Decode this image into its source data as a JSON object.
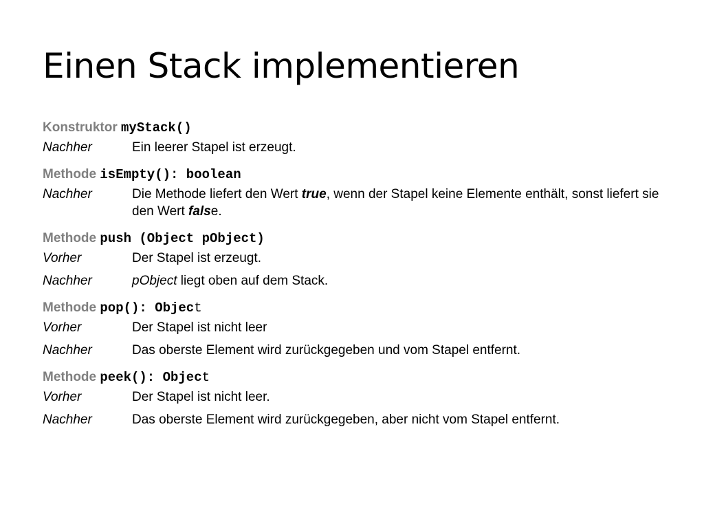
{
  "slide": {
    "title": "Einen Stack implementieren",
    "constructor": {
      "kind": "Konstruktor",
      "signature": "myStack()",
      "after_label": "Nachher",
      "after_text": "Ein leerer Stapel ist erzeugt."
    },
    "is_empty": {
      "kind": "Methode",
      "signature": "isEmpty(): boolean",
      "after_label": "Nachher",
      "after_text_1": "Die Methode liefert den Wert ",
      "true_word": "true",
      "after_text_2": ", wenn der Stapel keine Elemente enthält, sonst liefert sie den Wert ",
      "false_bold": "fals",
      "false_plain": "e."
    },
    "push": {
      "kind": "Methode",
      "signature": "push (Object pObject)",
      "before_label": "Vorher",
      "before_text": "Der Stapel ist erzeugt.",
      "after_label": "Nachher",
      "after_param": "pObject",
      "after_text": " liegt oben auf dem Stack."
    },
    "pop": {
      "kind": "Methode",
      "signature_bold": "pop(): Objec",
      "signature_plain": "t",
      "before_label": "Vorher",
      "before_text": "Der Stapel ist nicht leer",
      "after_label": "Nachher",
      "after_text": "Das oberste Element wird zurückgegeben und vom Stapel entfernt."
    },
    "peek": {
      "kind": "Methode",
      "signature_bold": "peek(): Objec",
      "signature_plain": "t",
      "before_label": "Vorher",
      "before_text": "Der Stapel ist nicht leer.",
      "after_label": "Nachher",
      "after_text": "Das oberste Element wird zurückgegeben, aber nicht vom Stapel entfernt."
    }
  }
}
